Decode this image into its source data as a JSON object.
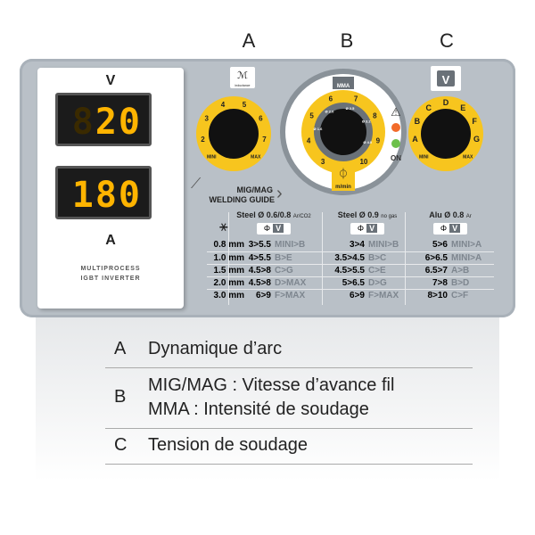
{
  "knob_letters": [
    "A",
    "B",
    "C"
  ],
  "display": {
    "voltage_unit": "V",
    "voltage_value": "20",
    "voltage_dim": "8",
    "current_unit": "A",
    "current_value": "180",
    "brand_line1": "MULTIPROCESS",
    "brand_line2": "IGBT INVERTER"
  },
  "knob_a": {
    "label": "inductance",
    "scale": [
      "2",
      "3",
      "4",
      "5",
      "6",
      "7"
    ],
    "min": "MINI",
    "max": "MAX"
  },
  "knob_b": {
    "top_label": "MMA",
    "scale": [
      "3",
      "4",
      "5",
      "6",
      "7",
      "8",
      "9",
      "10"
    ],
    "inner": [
      "Ø 1.6",
      "Ø 2.0",
      "Ø 2.5",
      "Ø 3.2",
      "Ø 4.0"
    ],
    "unit": "m/min",
    "icon": "wire-reel-icon"
  },
  "knob_c": {
    "badge": "V",
    "scale": [
      "A",
      "B",
      "C",
      "D",
      "E",
      "F",
      "G"
    ],
    "min": "MINI",
    "max": "MAX"
  },
  "indicators": {
    "on_label": "ON",
    "colors": {
      "warning": "#f26b2a",
      "on": "#6cc04a"
    }
  },
  "colors": {
    "accent": "#f7c51e",
    "panel": "#b9c0c7"
  },
  "guide": {
    "title1": "MIG/MAG",
    "title2": "WELDING GUIDE",
    "columns": [
      {
        "material": "Steel Ø 0.6/0.8",
        "gas": "Ar/CO2"
      },
      {
        "material": "Steel Ø 0.9",
        "gas": "no gas"
      },
      {
        "material": "Alu Ø 0.8",
        "gas": "Ar"
      }
    ],
    "phi_symbol": "Φ",
    "v_symbol": "V",
    "rows": [
      {
        "thickness": "0.8 mm",
        "c": [
          [
            "3>5.5",
            "MINI>B"
          ],
          [
            "3>4",
            "MINI>B"
          ],
          [
            "5>6",
            "MINI>A"
          ]
        ]
      },
      {
        "thickness": "1.0 mm",
        "c": [
          [
            "4>5.5",
            "B>E"
          ],
          [
            "3.5>4.5",
            "B>C"
          ],
          [
            "6>6.5",
            "MINI>A"
          ]
        ]
      },
      {
        "thickness": "1.5 mm",
        "c": [
          [
            "4.5>8",
            "C>G"
          ],
          [
            "4.5>5.5",
            "C>E"
          ],
          [
            "6.5>7",
            "A>B"
          ]
        ]
      },
      {
        "thickness": "2.0 mm",
        "c": [
          [
            "4.5>8",
            "D>MAX"
          ],
          [
            "5>6.5",
            "D>G"
          ],
          [
            "7>8",
            "B>D"
          ]
        ]
      },
      {
        "thickness": "3.0 mm",
        "c": [
          [
            "6>9",
            "F>MAX"
          ],
          [
            "6>9",
            "F>MAX"
          ],
          [
            "8>10",
            "C>F"
          ]
        ]
      }
    ]
  },
  "legend": [
    {
      "letter": "A",
      "lines": [
        "Dynamique d’arc"
      ]
    },
    {
      "letter": "B",
      "lines": [
        "MIG/MAG : Vitesse d’avance fil",
        "MMA : Intensité de soudage"
      ]
    },
    {
      "letter": "C",
      "lines": [
        "Tension de soudage"
      ]
    }
  ]
}
